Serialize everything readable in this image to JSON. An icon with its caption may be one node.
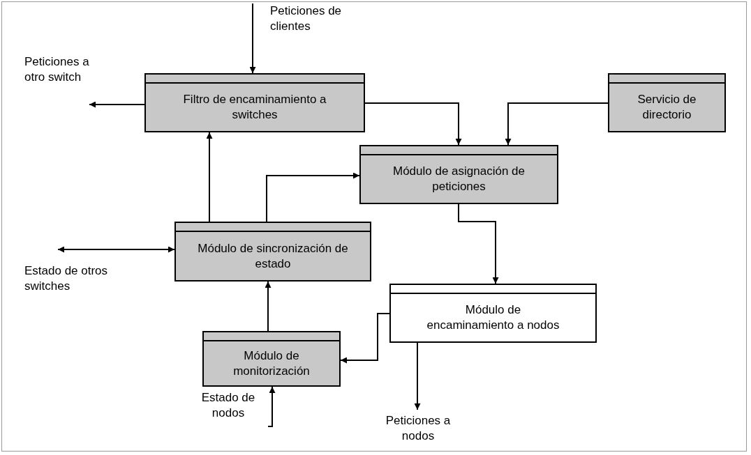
{
  "diagram": {
    "nodes": [
      {
        "text": [
          "Filtro de encaminamiento a switches"
        ]
      },
      {
        "text": [
          "Servicio de directorio"
        ]
      },
      {
        "text": [
          "Módulo de asignación de peticiones"
        ]
      },
      {
        "text": [
          "Módulo de sincronización de estado"
        ]
      },
      {
        "text": [
          "Módulo de encaminamiento a nodos"
        ]
      },
      {
        "text": [
          "Módulo de monitorización"
        ]
      },
      {
        "text": [
          "Peticiones de clientes"
        ]
      },
      {
        "text": [
          "Peticiones a otro switch"
        ]
      },
      {
        "text": [
          "Estado de otros switches"
        ]
      },
      {
        "text": [
          "Estado de nodos"
        ]
      },
      {
        "text": [
          "Peticiones a nodos"
        ]
      }
    ],
    "edges": [
      {
        "from": 6,
        "to": 0,
        "arrow": "to"
      },
      {
        "from": 0,
        "to": 7,
        "arrow": "to"
      },
      {
        "from": 0,
        "to": 2,
        "arrow": "to"
      },
      {
        "from": 1,
        "to": 2,
        "arrow": "to"
      },
      {
        "from": 3,
        "to": 0,
        "arrow": "to"
      },
      {
        "from": 3,
        "to": 2,
        "arrow": "to"
      },
      {
        "from": 2,
        "to": 4,
        "arrow": "to"
      },
      {
        "from": 4,
        "to": 5,
        "arrow": "to"
      },
      {
        "from": 5,
        "to": 3,
        "arrow": "to"
      },
      {
        "from": 8,
        "to": 3,
        "arrow": "both"
      },
      {
        "from": 9,
        "to": 5,
        "arrow": "to"
      },
      {
        "from": 4,
        "to": 10,
        "arrow": "to"
      }
    ]
  }
}
